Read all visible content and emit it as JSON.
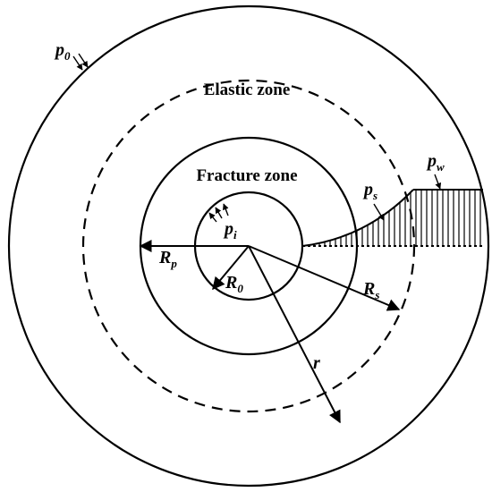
{
  "zones": {
    "elastic": "Elastic zone",
    "fracture": "Fracture zone"
  },
  "symbols": {
    "p0": {
      "base": "p",
      "sub": "0"
    },
    "pi": {
      "base": "p",
      "sub": "i"
    },
    "ps": {
      "base": "p",
      "sub": "s"
    },
    "pw": {
      "base": "p",
      "sub": "w"
    },
    "Rp": {
      "base": "R",
      "sub": "p"
    },
    "R0": {
      "base": "R",
      "sub": "0"
    },
    "Rs": {
      "base": "R",
      "sub": "s"
    },
    "r": {
      "base": "r",
      "sub": ""
    }
  }
}
